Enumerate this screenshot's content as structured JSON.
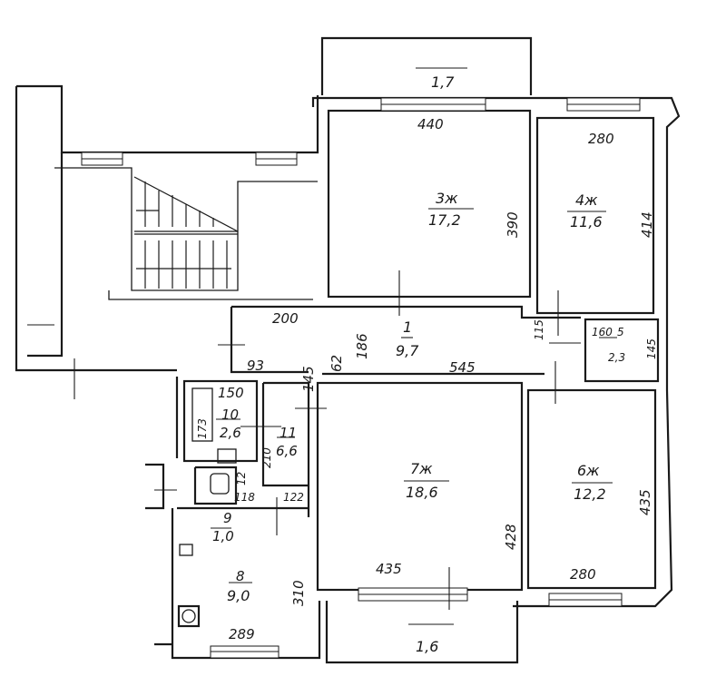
{
  "rooms": {
    "balcony_top": {
      "area": "1,7"
    },
    "room3": {
      "number": "3ж",
      "area": "17,2",
      "width": "440",
      "depth": "390"
    },
    "room4": {
      "number": "4ж",
      "area": "11,6",
      "width": "280",
      "depth": "414"
    },
    "hall1": {
      "number": "1",
      "area": "9,7",
      "length": "545",
      "width": "200",
      "depth": "186"
    },
    "room5": {
      "number": "5",
      "area": "2,3",
      "width": "160",
      "depth": "145",
      "door": "115"
    },
    "room10": {
      "number": "10",
      "area": "2,6",
      "width": "150",
      "depth": "173"
    },
    "room11": {
      "number": "11",
      "area": "6,6",
      "depth": "210",
      "width": "122"
    },
    "room12": {
      "number": "12",
      "width": "118"
    },
    "room9": {
      "number": "9",
      "area": "1,0"
    },
    "room8": {
      "number": "8",
      "area": "9,0",
      "width": "289",
      "depth": "310"
    },
    "room7": {
      "number": "7ж",
      "area": "18,6",
      "width": "435",
      "depth": "428"
    },
    "room6": {
      "number": "6ж",
      "area": "12,2",
      "width": "280",
      "depth": "435"
    },
    "balcony_bottom": {
      "area": "1,6"
    },
    "misc": {
      "d93": "93",
      "d145": "145",
      "d62": "62"
    }
  }
}
